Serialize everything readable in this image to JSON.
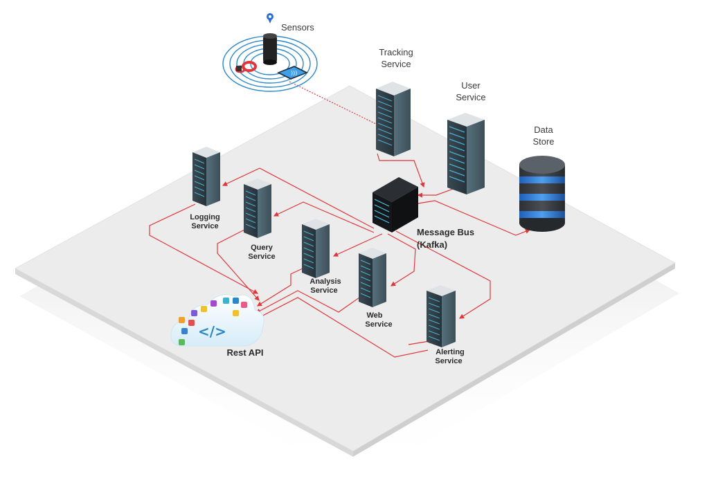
{
  "labels": {
    "sensors": "Sensors",
    "tracking_1": "Tracking",
    "tracking_2": "Service",
    "user_1": "User",
    "user_2": "Service",
    "datastore_1": "Data",
    "datastore_2": "Store",
    "logging_1": "Logging",
    "logging_2": "Service",
    "query_1": "Query",
    "query_2": "Service",
    "analysis_1": "Analysis",
    "analysis_2": "Service",
    "web_1": "Web",
    "web_2": "Service",
    "alerting_1": "Alerting",
    "alerting_2": "Service",
    "bus_1": "Message Bus",
    "bus_2": "(Kafka)",
    "restapi": "Rest API",
    "api_glyph": "</>"
  },
  "colors": {
    "platform": "#ececec",
    "link": "#e0353a",
    "server_body": "#2f3d45",
    "server_glow": "#4fc3e8",
    "bus_body": "#15181b",
    "store_band": "#2f7fd6"
  }
}
